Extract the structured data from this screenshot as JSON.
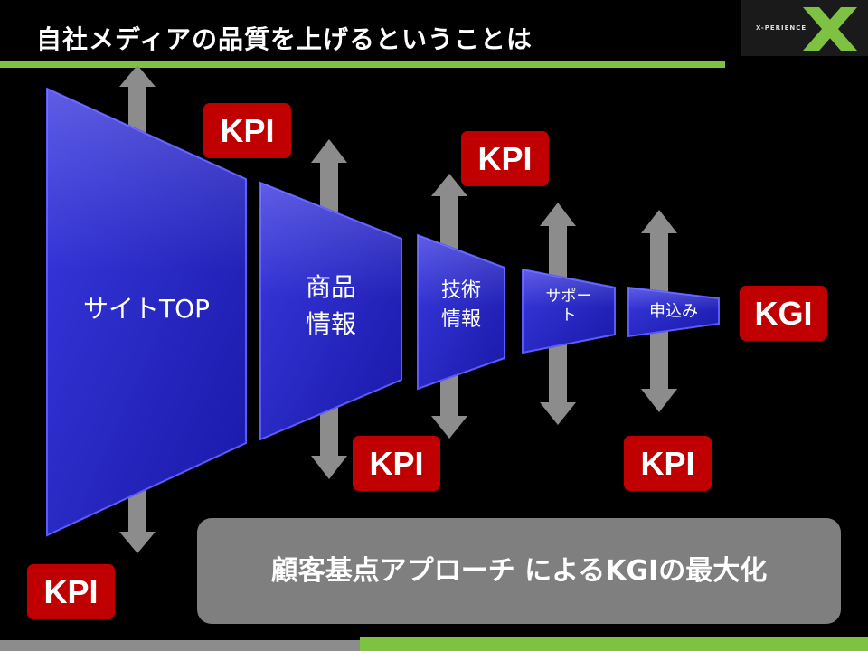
{
  "title": "自社メディアの品質を上げるということは",
  "logo": {
    "text": "X-PERIENCE",
    "accent": "#7dc242"
  },
  "stages": [
    {
      "line1": "サイトTOP",
      "line2": ""
    },
    {
      "line1": "商品",
      "line2": "情報"
    },
    {
      "line1": "技術",
      "line2": "情報"
    },
    {
      "line1": "サポー",
      "line2": "ト"
    },
    {
      "line1": "申込み",
      "line2": ""
    }
  ],
  "kpi_labels": [
    "KPI",
    "KPI",
    "KPI",
    "KPI",
    "KPI"
  ],
  "kgi_label": "KGI",
  "approach_text": "顧客基点アプローチ によるKGIの最大化",
  "colors": {
    "green": "#7dc242",
    "red": "#c00000",
    "funnel_blue": "#2b2bcc",
    "arrow_gray": "#8c8c8c"
  }
}
